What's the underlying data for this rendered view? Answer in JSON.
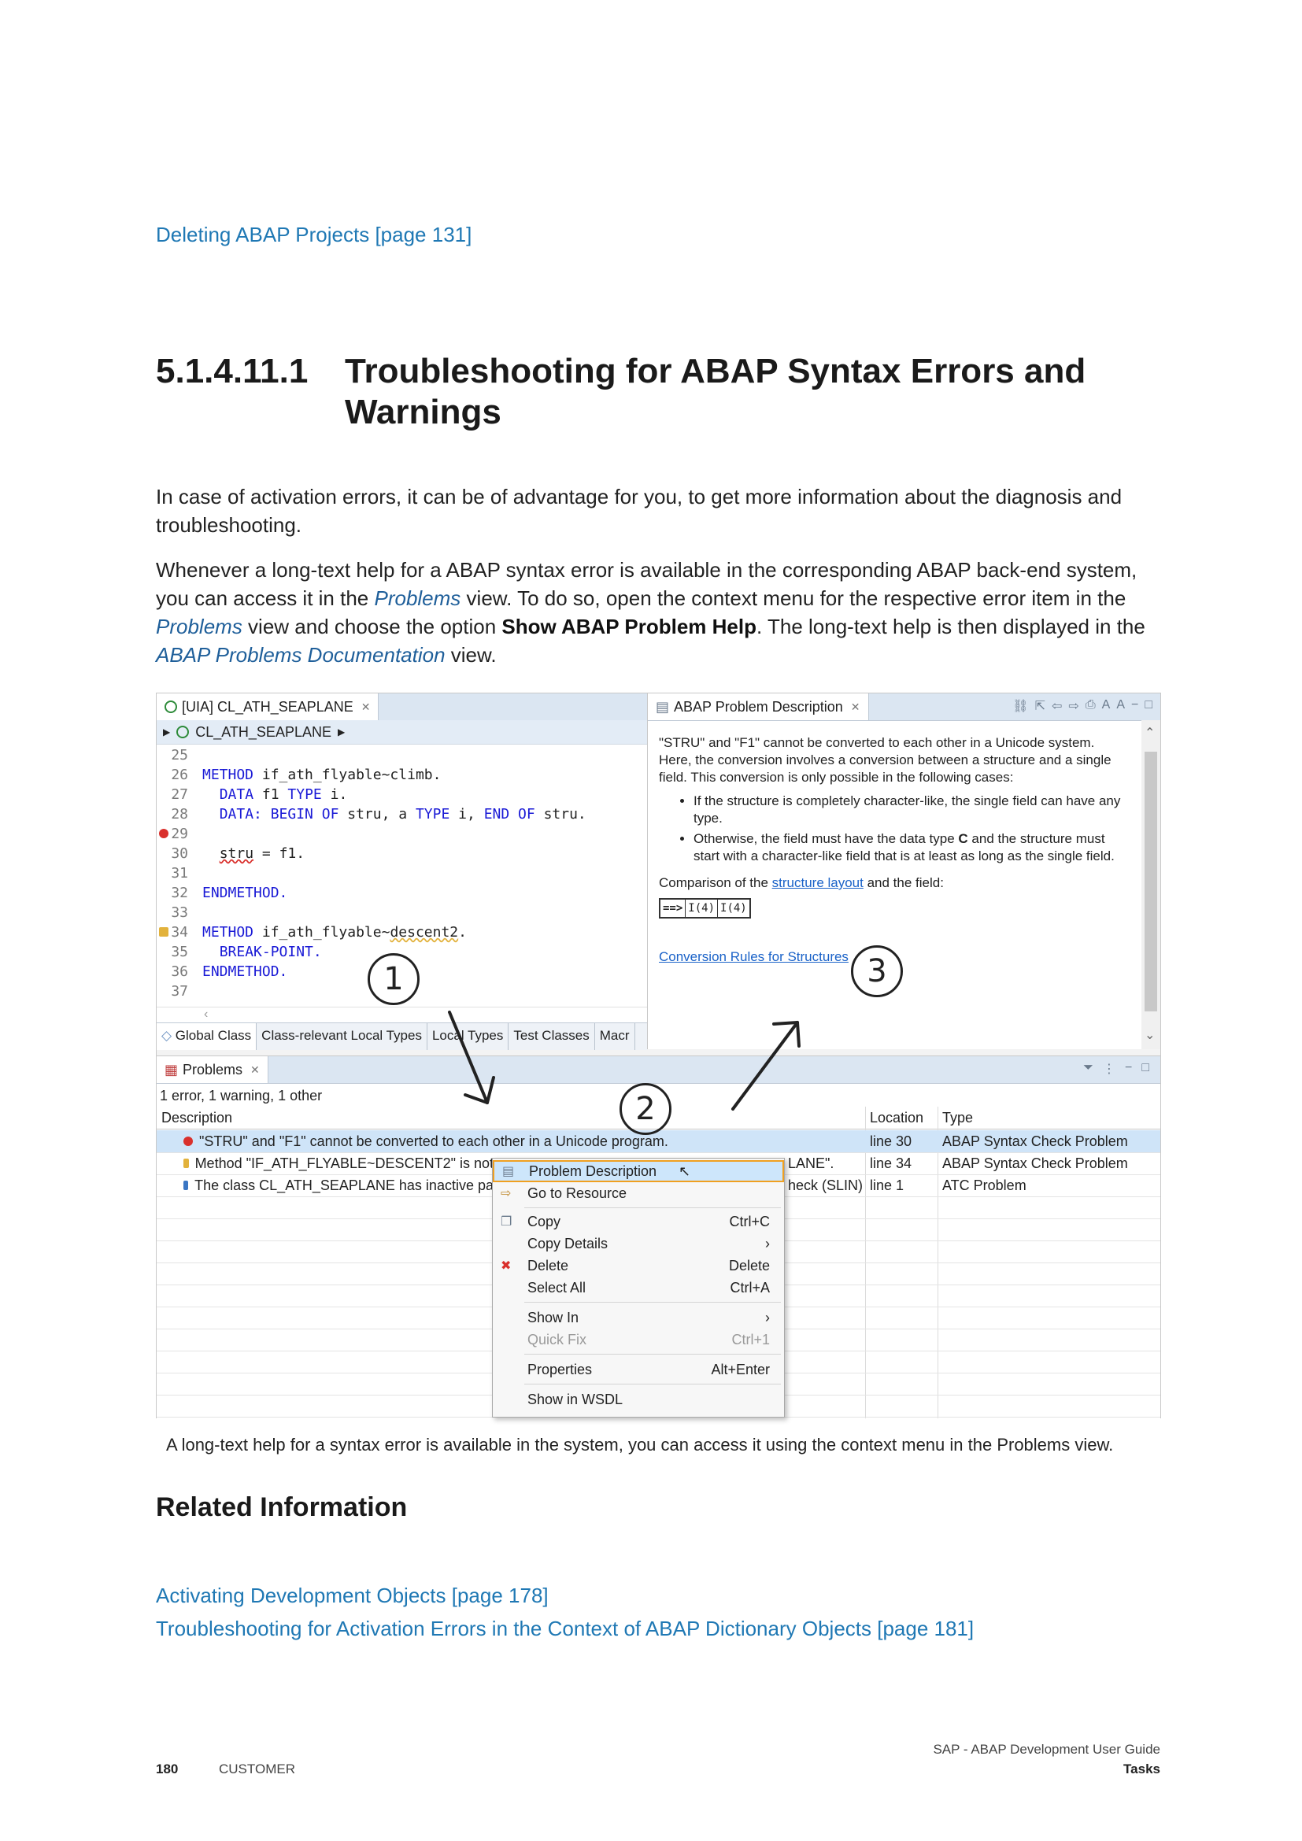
{
  "top_link": "Deleting ABAP Projects [page 131]",
  "heading": {
    "number": "5.1.4.11.1",
    "line1": "Troubleshooting for ABAP Syntax Errors and",
    "line2": "Warnings"
  },
  "para1": "In case of activation errors, it can be of advantage for you, to get more information about the diagnosis and troubleshooting.",
  "para2": {
    "t1": "Whenever a long-text help for a ABAP syntax error is available in the corresponding ABAP back-end system, you can access it in the ",
    "ref1": "Problems",
    "t2": " view. To do so, open the context menu for the respective error item in the ",
    "ref2": "Problems",
    "t3": " view and choose the option ",
    "bold": "Show ABAP Problem Help",
    "t4": ". The long-text help is then displayed in the ",
    "ref3": "ABAP Problems Documentation",
    "t5": " view."
  },
  "screenshot": {
    "editor": {
      "tab": "[UIA] CL_ATH_SEAPLANE",
      "breadcrumb": "CL_ATH_SEAPLANE",
      "lines": [
        {
          "n": "25",
          "code": ""
        },
        {
          "n": "26",
          "code": "METHOD if_ath_flyable~climb."
        },
        {
          "n": "27",
          "code": "  DATA f1 TYPE i."
        },
        {
          "n": "28",
          "code": "  DATA: BEGIN OF stru, a TYPE i, END OF stru."
        },
        {
          "n": "29",
          "code": ""
        },
        {
          "n": "30",
          "code": "  stru = f1."
        },
        {
          "n": "31",
          "code": ""
        },
        {
          "n": "32",
          "code": "ENDMETHOD."
        },
        {
          "n": "33",
          "code": ""
        },
        {
          "n": "34",
          "code": "METHOD if_ath_flyable~descent2."
        },
        {
          "n": "35",
          "code": "  BREAK-POINT."
        },
        {
          "n": "36",
          "code": "ENDMETHOD."
        },
        {
          "n": "37",
          "code": ""
        }
      ],
      "bottom_tabs": [
        "Global Class",
        "Class-relevant Local Types",
        "Local Types",
        "Test Classes",
        "Macr"
      ]
    },
    "doc": {
      "tab": "ABAP Problem Description",
      "intro": "\"STRU\" and \"F1\" cannot be converted to each other in a Unicode system. Here, the conversion involves a conversion between a structure and a single field. This conversion is only possible in the following cases:",
      "bullet1": "If the structure is completely character-like, the single field can have any type.",
      "bullet2_a": "Otherwise, the field must have the data type ",
      "bullet2_b": "C",
      "bullet2_c": " and the structure must start with a character-like field that is at least as long as the single field.",
      "comparison_a": "Comparison of the ",
      "comparison_link": "structure layout",
      "comparison_b": " and the field:",
      "box": [
        "==>",
        "I(4)",
        "I(4)"
      ],
      "rules_link": "Conversion Rules for Structures"
    },
    "problems": {
      "tab": "Problems",
      "summary": "1 error, 1 warning, 1 other",
      "columns": [
        "Description",
        "Location",
        "Type"
      ],
      "rows": [
        {
          "desc": "\"STRU\" and \"F1\" cannot be converted to each other in a Unicode program.",
          "loc": "line 30",
          "type": "ABAP Syntax Check Problem"
        },
        {
          "desc": "Method \"IF_ATH_FLYABLE~DESCENT2\" is not",
          "tail": "LANE\".",
          "loc": "line 34",
          "type": "ABAP Syntax Check Problem"
        },
        {
          "desc": "The class CL_ATH_SEAPLANE has inactive pa",
          "tail": "heck (SLIN)",
          "loc": "line 1",
          "type": "ATC Problem"
        }
      ]
    },
    "context_menu": [
      {
        "label": "Problem Description",
        "shortcut": ""
      },
      {
        "label": "Go to Resource",
        "shortcut": ""
      },
      {
        "label": "Copy",
        "shortcut": "Ctrl+C"
      },
      {
        "label": "Copy Details",
        "shortcut": "›"
      },
      {
        "label": "Delete",
        "shortcut": "Delete"
      },
      {
        "label": "Select All",
        "shortcut": "Ctrl+A"
      },
      {
        "label": "Show In",
        "shortcut": "›"
      },
      {
        "label": "Quick Fix",
        "shortcut": "Ctrl+1"
      },
      {
        "label": "Properties",
        "shortcut": "Alt+Enter"
      },
      {
        "label": "Show in WSDL",
        "shortcut": ""
      }
    ],
    "callouts": [
      "1",
      "2",
      "3"
    ]
  },
  "caption": "A long-text help for a syntax error is available in the system, you can access it using the context menu in the Problems view.",
  "related": {
    "title": "Related Information",
    "links": [
      "Activating Development Objects [page 178]",
      "Troubleshooting for Activation Errors in the Context of ABAP Dictionary Objects [page 181]"
    ]
  },
  "footer": {
    "page": "180",
    "classification": "CUSTOMER",
    "doc_title": "SAP - ABAP Development User Guide",
    "section": "Tasks"
  },
  "colors": {
    "link": "#1f78b4",
    "keyword": "#1a1ad6",
    "selection": "#cfe4f8",
    "menu_highlight_border": "#f0a020"
  }
}
